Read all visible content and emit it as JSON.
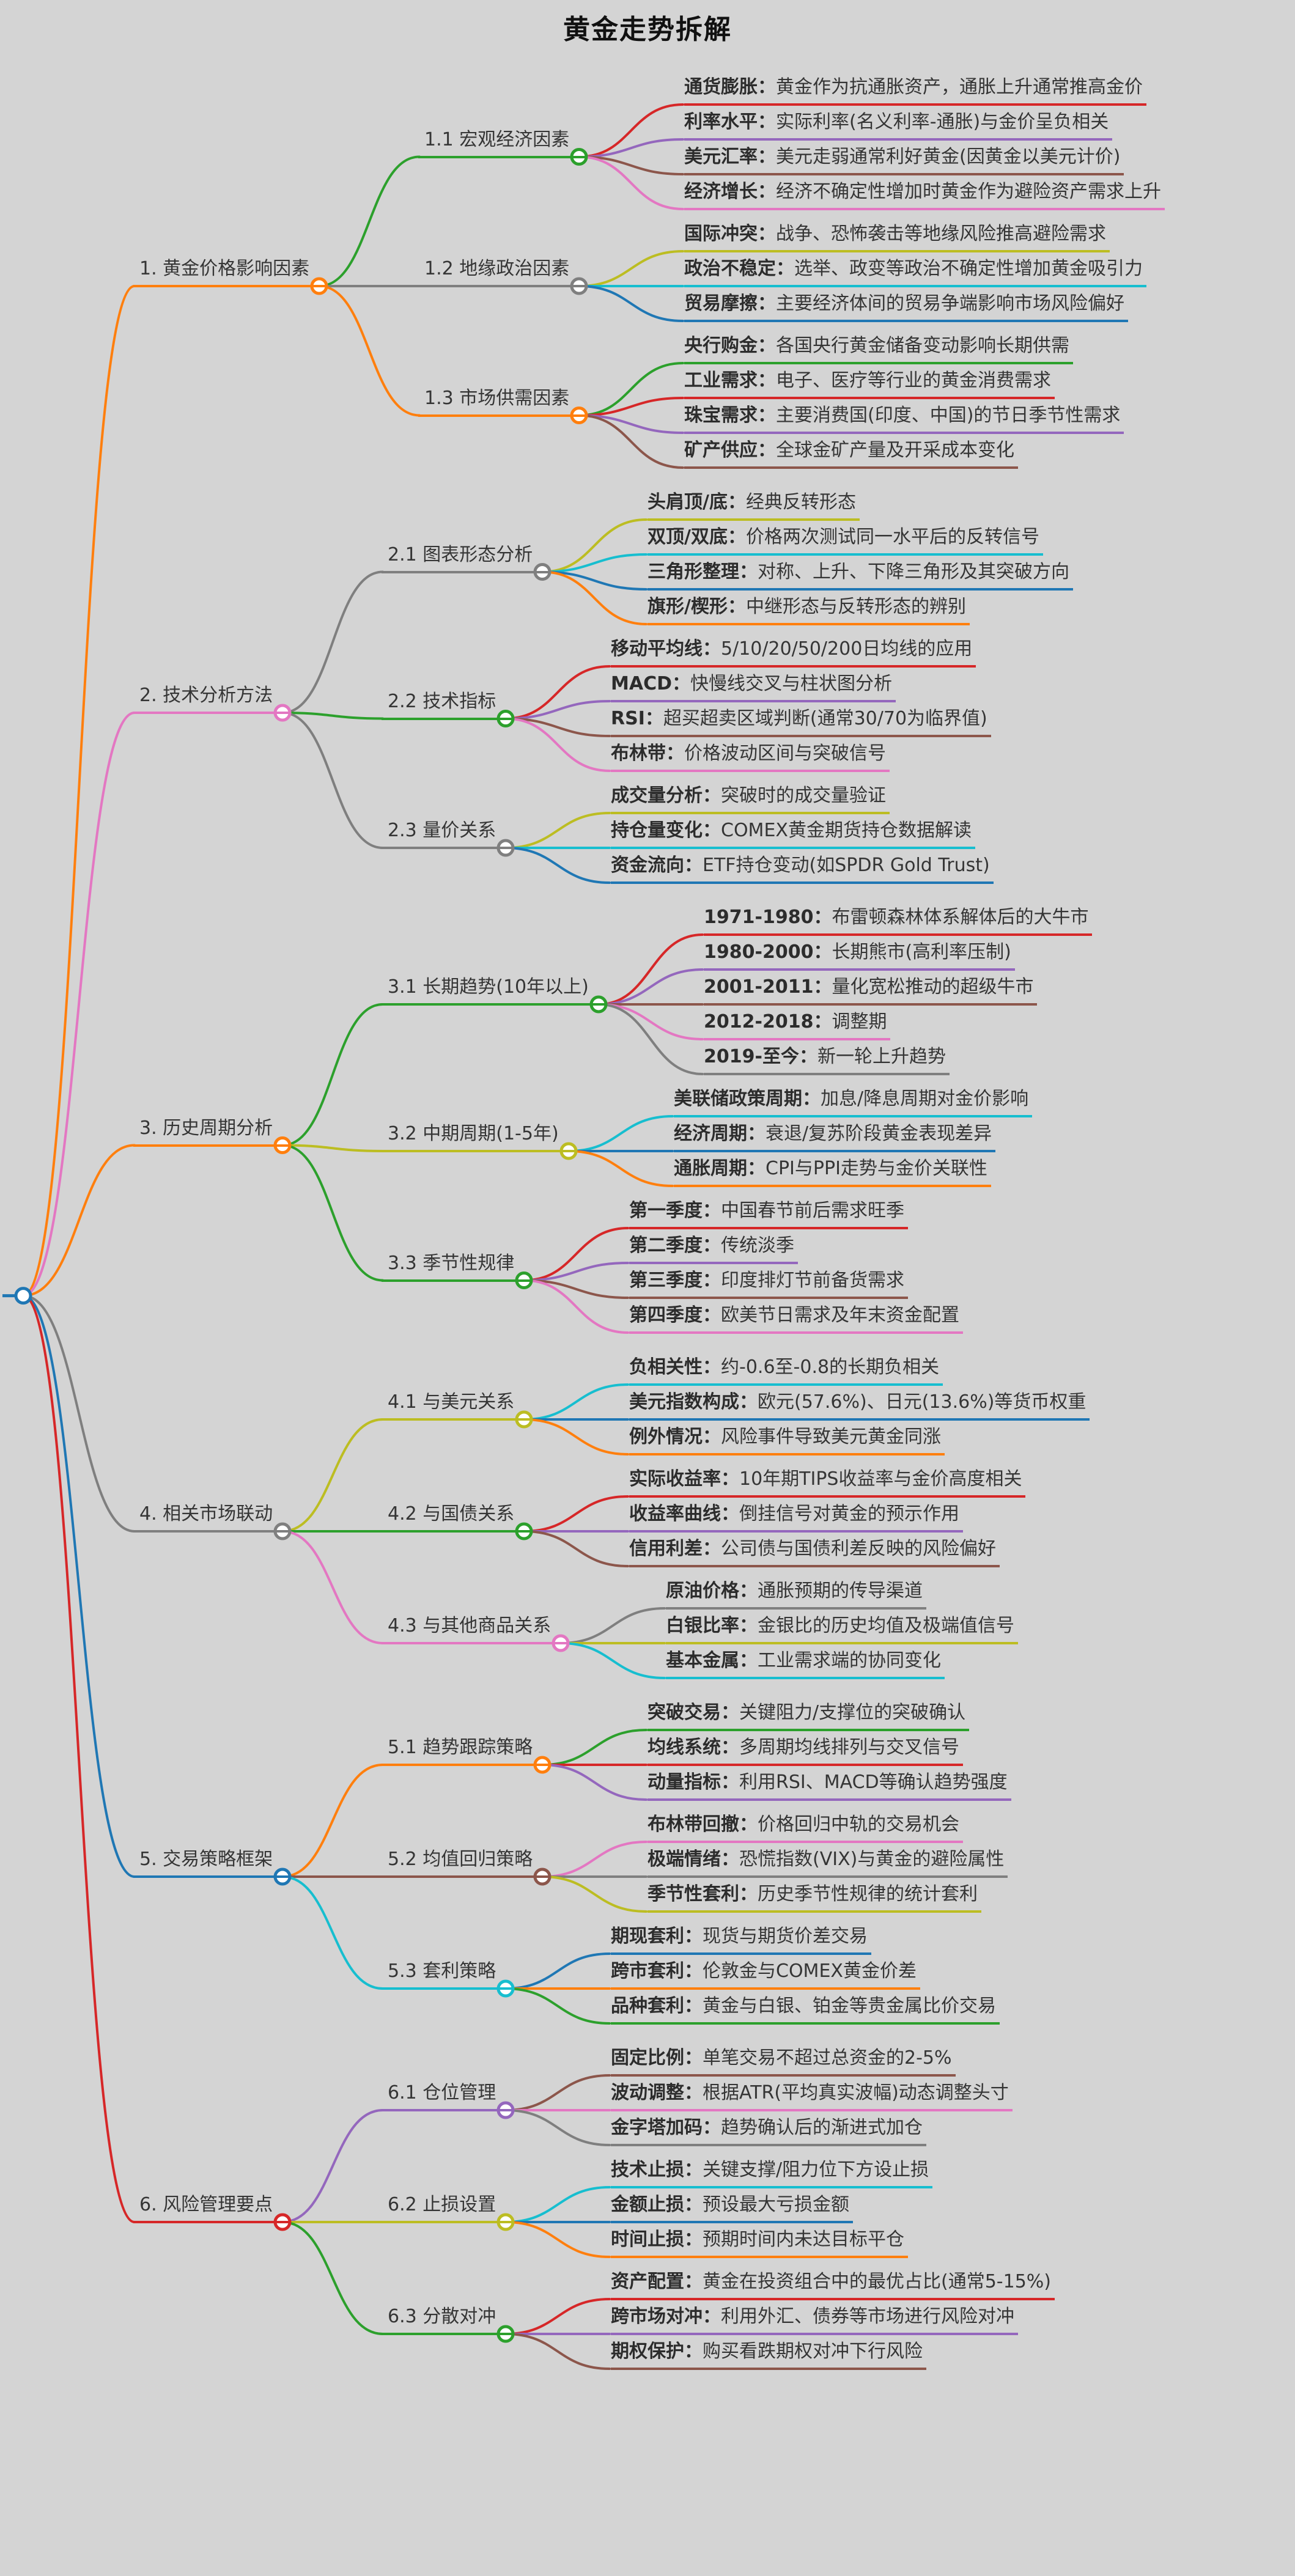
{
  "title": "黄金走势拆解",
  "separator": "：",
  "colors": {
    "background": "#d4d4d4",
    "text": "#353535",
    "title": "#111111",
    "node_fill": "#ffffff",
    "palette": [
      "#1f77b4",
      "#ff7f0e",
      "#2ca02c",
      "#d62728",
      "#9467bd",
      "#8c564b",
      "#e377c2",
      "#7f7f7f",
      "#bcbd22",
      "#17becf"
    ]
  },
  "root": {
    "label": "",
    "children": [
      {
        "label": "1. 黄金价格影响因素",
        "children": [
          {
            "label": "1.1 宏观经济因素",
            "children": [
              {
                "term": "通货膨胀",
                "desc": "黄金作为抗通胀资产，通胀上升通常推高金价"
              },
              {
                "term": "利率水平",
                "desc": "实际利率(名义利率-通胀)与金价呈负相关"
              },
              {
                "term": "美元汇率",
                "desc": "美元走弱通常利好黄金(因黄金以美元计价)"
              },
              {
                "term": "经济增长",
                "desc": "经济不确定性增加时黄金作为避险资产需求上升"
              }
            ]
          },
          {
            "label": "1.2 地缘政治因素",
            "children": [
              {
                "term": "国际冲突",
                "desc": "战争、恐怖袭击等地缘风险推高避险需求"
              },
              {
                "term": "政治不稳定",
                "desc": "选举、政变等政治不确定性增加黄金吸引力"
              },
              {
                "term": "贸易摩擦",
                "desc": "主要经济体间的贸易争端影响市场风险偏好"
              }
            ]
          },
          {
            "label": "1.3 市场供需因素",
            "children": [
              {
                "term": "央行购金",
                "desc": "各国央行黄金储备变动影响长期供需"
              },
              {
                "term": "工业需求",
                "desc": "电子、医疗等行业的黄金消费需求"
              },
              {
                "term": "珠宝需求",
                "desc": "主要消费国(印度、中国)的节日季节性需求"
              },
              {
                "term": "矿产供应",
                "desc": "全球金矿产量及开采成本变化"
              }
            ]
          }
        ]
      },
      {
        "label": "2. 技术分析方法",
        "children": [
          {
            "label": "2.1 图表形态分析",
            "children": [
              {
                "term": "头肩顶/底",
                "desc": "经典反转形态"
              },
              {
                "term": "双顶/双底",
                "desc": "价格两次测试同一水平后的反转信号"
              },
              {
                "term": "三角形整理",
                "desc": "对称、上升、下降三角形及其突破方向"
              },
              {
                "term": "旗形/楔形",
                "desc": "中继形态与反转形态的辨别"
              }
            ]
          },
          {
            "label": "2.2 技术指标",
            "children": [
              {
                "term": "移动平均线",
                "desc": "5/10/20/50/200日均线的应用"
              },
              {
                "term": "MACD",
                "desc": "快慢线交叉与柱状图分析"
              },
              {
                "term": "RSI",
                "desc": "超买超卖区域判断(通常30/70为临界值)"
              },
              {
                "term": "布林带",
                "desc": "价格波动区间与突破信号"
              }
            ]
          },
          {
            "label": "2.3 量价关系",
            "children": [
              {
                "term": "成交量分析",
                "desc": "突破时的成交量验证"
              },
              {
                "term": "持仓量变化",
                "desc": "COMEX黄金期货持仓数据解读"
              },
              {
                "term": "资金流向",
                "desc": "ETF持仓变动(如SPDR Gold Trust)"
              }
            ]
          }
        ]
      },
      {
        "label": "3. 历史周期分析",
        "children": [
          {
            "label": "3.1 长期趋势(10年以上)",
            "children": [
              {
                "term": "1971-1980",
                "desc": "布雷顿森林体系解体后的大牛市"
              },
              {
                "term": "1980-2000",
                "desc": "长期熊市(高利率压制)"
              },
              {
                "term": "2001-2011",
                "desc": "量化宽松推动的超级牛市"
              },
              {
                "term": "2012-2018",
                "desc": "调整期"
              },
              {
                "term": "2019-至今",
                "desc": "新一轮上升趋势"
              }
            ]
          },
          {
            "label": "3.2 中期周期(1-5年)",
            "children": [
              {
                "term": "美联储政策周期",
                "desc": "加息/降息周期对金价影响"
              },
              {
                "term": "经济周期",
                "desc": "衰退/复苏阶段黄金表现差异"
              },
              {
                "term": "通胀周期",
                "desc": "CPI与PPI走势与金价关联性"
              }
            ]
          },
          {
            "label": "3.3 季节性规律",
            "children": [
              {
                "term": "第一季度",
                "desc": "中国春节前后需求旺季"
              },
              {
                "term": "第二季度",
                "desc": "传统淡季"
              },
              {
                "term": "第三季度",
                "desc": "印度排灯节前备货需求"
              },
              {
                "term": "第四季度",
                "desc": "欧美节日需求及年末资金配置"
              }
            ]
          }
        ]
      },
      {
        "label": "4. 相关市场联动",
        "children": [
          {
            "label": "4.1 与美元关系",
            "children": [
              {
                "term": "负相关性",
                "desc": "约-0.6至-0.8的长期负相关"
              },
              {
                "term": "美元指数构成",
                "desc": "欧元(57.6%)、日元(13.6%)等货币权重"
              },
              {
                "term": "例外情况",
                "desc": "风险事件导致美元黄金同涨"
              }
            ]
          },
          {
            "label": "4.2 与国债关系",
            "children": [
              {
                "term": "实际收益率",
                "desc": "10年期TIPS收益率与金价高度相关"
              },
              {
                "term": "收益率曲线",
                "desc": "倒挂信号对黄金的预示作用"
              },
              {
                "term": "信用利差",
                "desc": "公司债与国债利差反映的风险偏好"
              }
            ]
          },
          {
            "label": "4.3 与其他商品关系",
            "children": [
              {
                "term": "原油价格",
                "desc": "通胀预期的传导渠道"
              },
              {
                "term": "白银比率",
                "desc": "金银比的历史均值及极端值信号"
              },
              {
                "term": "基本金属",
                "desc": "工业需求端的协同变化"
              }
            ]
          }
        ]
      },
      {
        "label": "5. 交易策略框架",
        "children": [
          {
            "label": "5.1 趋势跟踪策略",
            "children": [
              {
                "term": "突破交易",
                "desc": "关键阻力/支撑位的突破确认"
              },
              {
                "term": "均线系统",
                "desc": "多周期均线排列与交叉信号"
              },
              {
                "term": "动量指标",
                "desc": "利用RSI、MACD等确认趋势强度"
              }
            ]
          },
          {
            "label": "5.2 均值回归策略",
            "children": [
              {
                "term": "布林带回撤",
                "desc": "价格回归中轨的交易机会"
              },
              {
                "term": "极端情绪",
                "desc": "恐慌指数(VIX)与黄金的避险属性"
              },
              {
                "term": "季节性套利",
                "desc": "历史季节性规律的统计套利"
              }
            ]
          },
          {
            "label": "5.3 套利策略",
            "children": [
              {
                "term": "期现套利",
                "desc": "现货与期货价差交易"
              },
              {
                "term": "跨市套利",
                "desc": "伦敦金与COMEX黄金价差"
              },
              {
                "term": "品种套利",
                "desc": "黄金与白银、铂金等贵金属比价交易"
              }
            ]
          }
        ]
      },
      {
        "label": "6. 风险管理要点",
        "children": [
          {
            "label": "6.1 仓位管理",
            "children": [
              {
                "term": "固定比例",
                "desc": "单笔交易不超过总资金的2-5%"
              },
              {
                "term": "波动调整",
                "desc": "根据ATR(平均真实波幅)动态调整头寸"
              },
              {
                "term": "金字塔加码",
                "desc": "趋势确认后的渐进式加仓"
              }
            ]
          },
          {
            "label": "6.2 止损设置",
            "children": [
              {
                "term": "技术止损",
                "desc": "关键支撑/阻力位下方设止损"
              },
              {
                "term": "金额止损",
                "desc": "预设最大亏损金额"
              },
              {
                "term": "时间止损",
                "desc": "预期时间内未达目标平仓"
              }
            ]
          },
          {
            "label": "6.3 分散对冲",
            "children": [
              {
                "term": "资产配置",
                "desc": "黄金在投资组合中的最优占比(通常5-15%)"
              },
              {
                "term": "跨市场对冲",
                "desc": "利用外汇、债券等市场进行风险对冲"
              },
              {
                "term": "期权保护",
                "desc": "购买看跌期权对冲下行风险"
              }
            ]
          }
        ]
      }
    ]
  }
}
